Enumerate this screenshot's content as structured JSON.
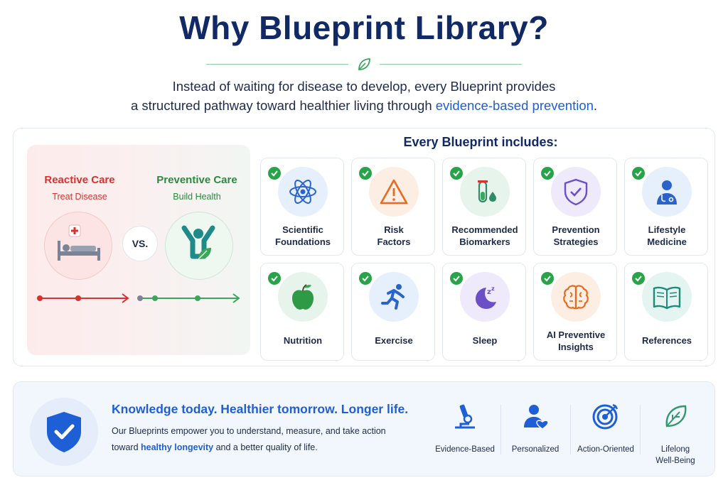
{
  "title": "Why Blueprint Library?",
  "subtitle": {
    "line1": "Instead of waiting for disease to develop, every Blueprint provides",
    "line2_prefix": "a structured pathway toward healthier living through ",
    "line2_highlight": "evidence-based prevention",
    "line2_suffix": "."
  },
  "comparison": {
    "reactive": {
      "title": "Reactive Care",
      "subtitle": "Treat Disease"
    },
    "vs": "VS.",
    "preventive": {
      "title": "Preventive Care",
      "subtitle": "Build Health"
    }
  },
  "includes": {
    "title": "Every Blueprint includes:",
    "items": [
      {
        "label1": "Scientific",
        "label2": "Foundations",
        "icon": "atom-icon"
      },
      {
        "label1": "Risk",
        "label2": "Factors",
        "icon": "warning-icon"
      },
      {
        "label1": "Recommended",
        "label2": "Biomarkers",
        "icon": "test-tube-icon"
      },
      {
        "label1": "Prevention",
        "label2": "Strategies",
        "icon": "shield-check-icon"
      },
      {
        "label1": "Lifestyle",
        "label2": "Medicine",
        "icon": "doctor-icon"
      },
      {
        "label1": "Nutrition",
        "label2": "",
        "icon": "apple-icon"
      },
      {
        "label1": "Exercise",
        "label2": "",
        "icon": "running-icon"
      },
      {
        "label1": "Sleep",
        "label2": "",
        "icon": "moon-icon"
      },
      {
        "label1": "AI Preventive",
        "label2": "Insights",
        "icon": "brain-icon"
      },
      {
        "label1": "References",
        "label2": "",
        "icon": "book-icon"
      }
    ]
  },
  "footer": {
    "tagline": "Knowledge today. Healthier tomorrow. Longer life.",
    "desc_line1": "Our Blueprints empower you to understand, measure, and take action",
    "desc_line2_prefix": "toward ",
    "desc_line2_highlight": "healthy longevity",
    "desc_line2_suffix": " and a better quality of life.",
    "features": [
      {
        "label1": "Evidence-Based",
        "label2": "",
        "icon": "microscope-icon"
      },
      {
        "label1": "Personalized",
        "label2": "",
        "icon": "person-heart-icon"
      },
      {
        "label1": "Action-Oriented",
        "label2": "",
        "icon": "target-icon"
      },
      {
        "label1": "Lifelong",
        "label2": "Well-Being",
        "icon": "leaf-icon"
      }
    ]
  },
  "colors": {
    "navy": "#112a66",
    "blue": "#1f5fd6",
    "red": "#d8322e",
    "green": "#2c8a3e",
    "check": "#29a34a"
  }
}
